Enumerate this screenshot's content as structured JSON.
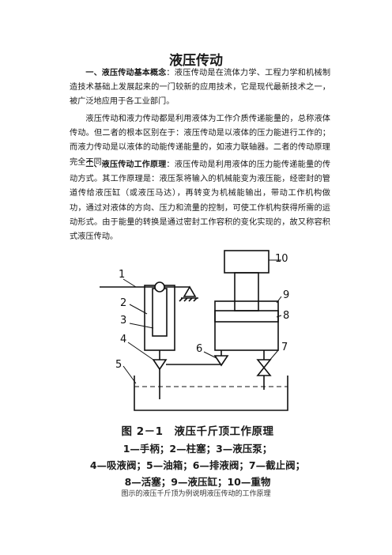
{
  "document": {
    "title": "液压传动",
    "section1": {
      "heading": "一、液压传动基本概念",
      "body": "：液压传动是在流体力学、工程力学和机械制造技术基础上发展起来的一门较新的应用技术，它是现代最新技术之一，被广泛地应用于各工业部门。"
    },
    "paragraph2": "液压传动和液力传动都是利用液体为工作介质传递能量的，总称液体传动。但二者的根本区别在于：液压传动是以液体的压力能进行工作的；而液力传动是以液体的动能传递能量的，如液力联轴器。二者的传动原理完全不同。",
    "section2": {
      "heading": "二、液压传动工作原理",
      "body": "：液压传动是利用液体的压力能传递能量的传动方式。其工作原理是：液压泵将输入的机械能变为液压能，经密封的管道传给液压缸（或液压马达），再转变为机械能输出，带动工作机构做功，通过对液体的方向、压力和流量的控制，可使工作机构获得所需的运动形式。由于能量的转换是通过密封工作容积的变化实现的，故又称容积式液压传动。"
    },
    "figure": {
      "labels": [
        "1",
        "2",
        "3",
        "4",
        "5",
        "6",
        "7",
        "8",
        "9",
        "10"
      ],
      "caption_title": "图 2－1　液压千斤顶工作原理",
      "caption_lines": [
        "1—手柄；2—柱塞；3—液压泵；",
        "4—吸液阀；5—油箱；6—排液阀；7—截止阀；",
        "8—活塞；9—液压缸；10—重物"
      ],
      "note": "图示的液压千斤顶为例说明液压传动的工作原理"
    }
  }
}
